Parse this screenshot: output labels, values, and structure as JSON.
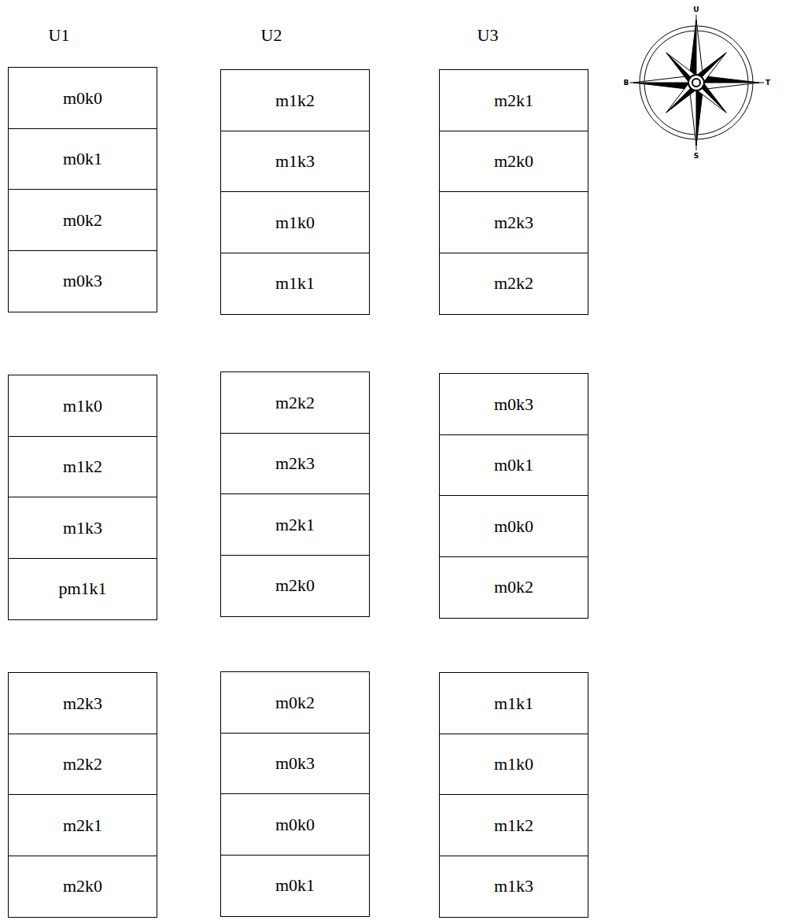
{
  "diagram": {
    "nodes": [
      {
        "text": [
          "m0k0"
        ]
      },
      {
        "text": [
          "m0k1"
        ]
      },
      {
        "text": [
          "m0k2"
        ]
      },
      {
        "text": [
          "m0k3"
        ]
      },
      {
        "text": [
          "m1k2"
        ]
      },
      {
        "text": [
          "m1k3"
        ]
      },
      {
        "text": [
          "m1k0"
        ]
      },
      {
        "text": [
          "m1k1"
        ]
      },
      {
        "text": [
          "m2k1"
        ]
      },
      {
        "text": [
          "m2k0"
        ]
      },
      {
        "text": [
          "m2k3"
        ]
      },
      {
        "text": [
          "m2k2"
        ]
      },
      {
        "text": [
          "m1k0"
        ]
      },
      {
        "text": [
          "m1k2"
        ]
      },
      {
        "text": [
          "m1k3"
        ]
      },
      {
        "text": [
          "pm1k1"
        ]
      },
      {
        "text": [
          "m2k2"
        ]
      },
      {
        "text": [
          "m2k3"
        ]
      },
      {
        "text": [
          "m2k1"
        ]
      },
      {
        "text": [
          "m2k0"
        ]
      },
      {
        "text": [
          "m0k3"
        ]
      },
      {
        "text": [
          "m0k1"
        ]
      },
      {
        "text": [
          "m0k0"
        ]
      },
      {
        "text": [
          "m0k2"
        ]
      },
      {
        "text": [
          "m2k3"
        ]
      },
      {
        "text": [
          "m2k2"
        ]
      },
      {
        "text": [
          "m2k1"
        ]
      },
      {
        "text": [
          "m2k0"
        ]
      },
      {
        "text": [
          "m0k2"
        ]
      },
      {
        "text": [
          "m0k3"
        ]
      },
      {
        "text": [
          "m0k0"
        ]
      },
      {
        "text": [
          "m0k1"
        ]
      },
      {
        "text": [
          "m1k1"
        ]
      },
      {
        "text": [
          "m1k0"
        ]
      },
      {
        "text": [
          "m1k2"
        ]
      },
      {
        "text": [
          "m1k3"
        ]
      }
    ],
    "labels": [
      "U1",
      "U2",
      "U3",
      "U",
      "B",
      "T",
      "S"
    ]
  }
}
